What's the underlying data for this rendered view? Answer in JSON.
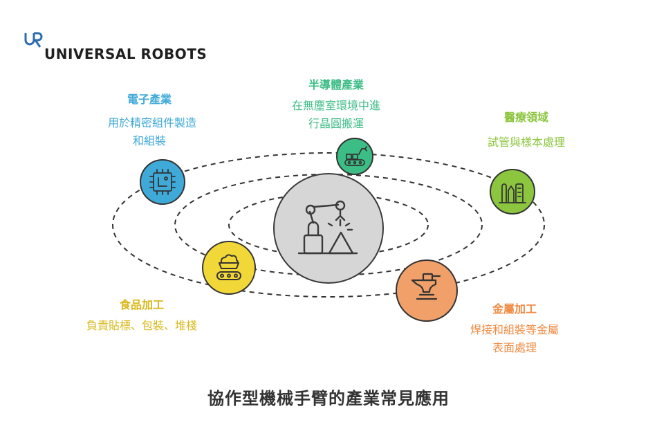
{
  "logo": {
    "text": "UNIVERSAL ROBOTS",
    "mark_text": "UR"
  },
  "colors": {
    "electronics": "#3fa9d8",
    "semiconductor": "#3dbd86",
    "medical": "#8cc63f",
    "food": "#e2c218",
    "metal": "#f08c44",
    "center_fill": "#d6d6d6",
    "orbit": "#333333"
  },
  "center": {
    "icon": "robot-arm-icon"
  },
  "sectors": [
    {
      "key": "electronics",
      "title": "電子產業",
      "desc": [
        "用於精密組件製造",
        "和組裝"
      ],
      "icon": "circuit-chip-icon"
    },
    {
      "key": "semiconductor",
      "title": "半導體產業",
      "desc": [
        "在無塵室環境中進",
        "行晶圓搬運"
      ],
      "icon": "conveyor-robot-icon"
    },
    {
      "key": "medical",
      "title": "醫療領域",
      "desc": [
        "試管與樣本處理"
      ],
      "icon": "test-tubes-icon"
    },
    {
      "key": "food",
      "title": "食品加工",
      "desc": [
        "負責貼標、包裝、堆棧"
      ],
      "icon": "food-conveyor-icon"
    },
    {
      "key": "metal",
      "title": "金屬加工",
      "desc": [
        "焊接和組裝等金屬",
        "表面處理"
      ],
      "icon": "anvil-hammer-icon"
    }
  ],
  "caption": "協作型機械手臂的產業常見應用"
}
